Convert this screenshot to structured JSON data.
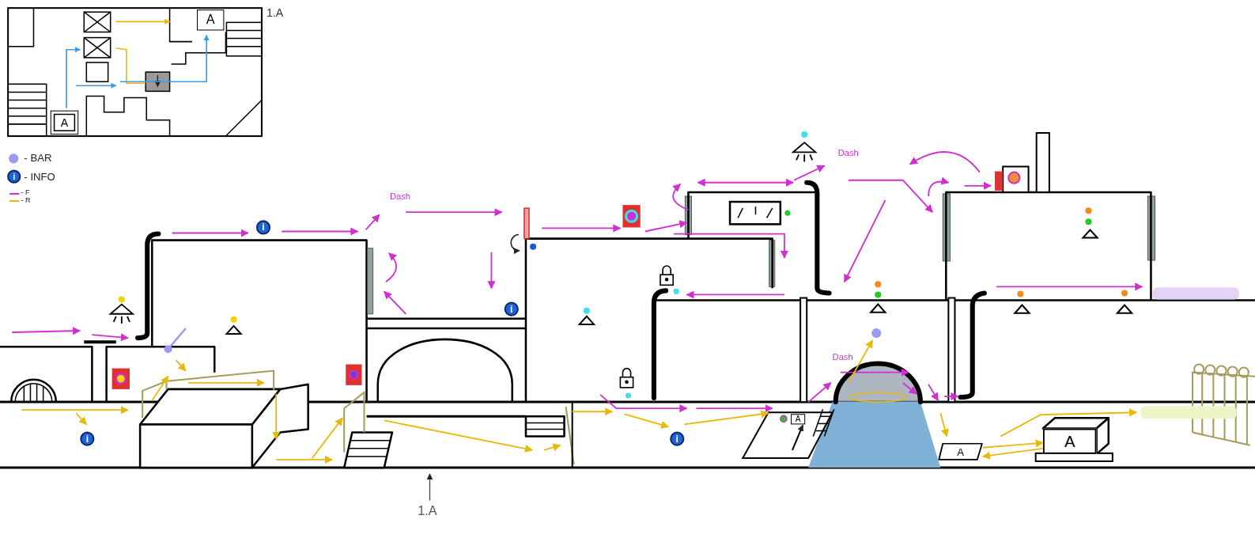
{
  "diagram": {
    "nodes": [
      {
        "text": [
          "A"
        ]
      },
      {
        "text": [
          "A"
        ]
      },
      {
        "text": [
          "i"
        ]
      },
      {
        "text": [
          "i"
        ]
      },
      {
        "text": [
          "i"
        ]
      },
      {
        "text": [
          "i"
        ]
      },
      {
        "text": [
          "A"
        ]
      },
      {
        "text": [
          "A"
        ]
      },
      {
        "text": [
          "A"
        ]
      }
    ],
    "edges": [
      {
        "from": 7,
        "to": 8,
        "arrow": "to"
      },
      {
        "from": 8,
        "to": 7,
        "arrow": "to"
      }
    ],
    "labels": [
      "1.A",
      "i",
      "Dash",
      "Dash",
      "Dash",
      "1.A"
    ],
    "legend": [
      {
        "text": "- BAR",
        "color": "#9a9af0"
      },
      {
        "text": "- INFO"
      },
      {
        "text": "- F",
        "color": "#d12fd1"
      },
      {
        "text": "- R",
        "color": "#e8b90a"
      }
    ]
  }
}
